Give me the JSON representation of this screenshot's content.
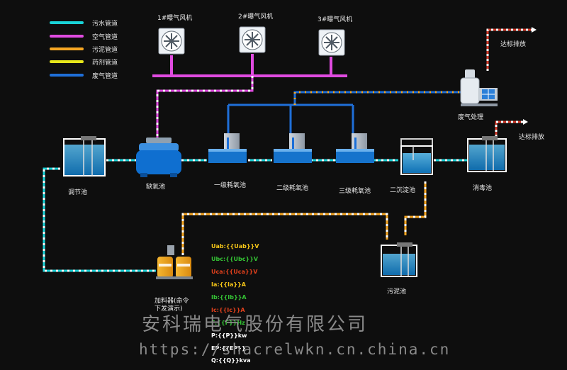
{
  "legend": [
    {
      "label": "污水管道",
      "color": "#19d3d8"
    },
    {
      "label": "空气管道",
      "color": "#e04be0"
    },
    {
      "label": "污泥管道",
      "color": "#f5a623"
    },
    {
      "label": "药剂管道",
      "color": "#e6e61a"
    },
    {
      "label": "废气管道",
      "color": "#1f6fd8"
    }
  ],
  "blowers": [
    {
      "label": "1#曝气风机"
    },
    {
      "label": "2#曝气风机"
    },
    {
      "label": "3#曝气风机"
    }
  ],
  "units": {
    "regulating": "调节池",
    "anoxic": "缺氧池",
    "aerobic1": "一级耗氧池",
    "aerobic2": "二级耗氧池",
    "aerobic3": "三级耗氧池",
    "sediment2": "二沉淀池",
    "disinfection": "消毒池",
    "sludge": "污泥池",
    "gas_treatment": "废气处理",
    "doser": "加料器(命令下发演示)"
  },
  "discharge": {
    "top": "达标排放",
    "right": "达标排放"
  },
  "readouts": [
    {
      "text": "Uab:{{Uab}}V",
      "color": "#f5c518"
    },
    {
      "text": "Ubc:{{Ubc}}V",
      "color": "#34c234"
    },
    {
      "text": "Uca:{{Uca}}V",
      "color": "#e0401c"
    },
    {
      "text": "Ia:{{Ia}}A",
      "color": "#f5c518"
    },
    {
      "text": "Ib:{{Ib}}A",
      "color": "#34c234"
    },
    {
      "text": "Ic:{{Ic}}A",
      "color": "#e0401c"
    },
    {
      "text": "F:{{F}}Hz",
      "color": "#34c234"
    },
    {
      "text": "P:{{P}}kw",
      "color": "#ffffff"
    },
    {
      "text": "EP:{{EP}}",
      "color": "#ffffff"
    },
    {
      "text": "Q:{{Q}}kva",
      "color": "#ffffff"
    }
  ],
  "watermark": {
    "company": "安科瑞电气股份有限公司",
    "url": "https://shacrelwkn.cn.china.cn"
  }
}
